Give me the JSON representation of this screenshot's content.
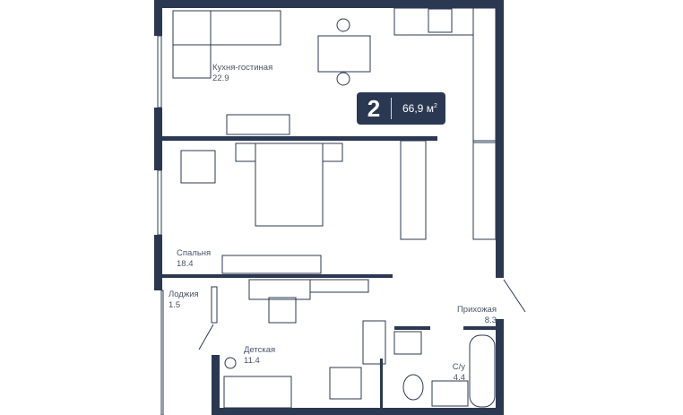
{
  "plan": {
    "rooms_count": "2",
    "total_area": "66,9 м",
    "area_unit_sup": "2",
    "rooms": [
      {
        "name": "Кухня-гостиная",
        "area": "22.9"
      },
      {
        "name": "Спальня",
        "area": "18.4"
      },
      {
        "name": "Лоджия",
        "area": "1.5"
      },
      {
        "name": "Детская",
        "area": "11.4"
      },
      {
        "name": "Прихожая",
        "area": "8.3"
      },
      {
        "name": "С/у",
        "area": "4.4"
      }
    ]
  },
  "colors": {
    "wall": "#2b3852",
    "badge": "#2b3852"
  }
}
